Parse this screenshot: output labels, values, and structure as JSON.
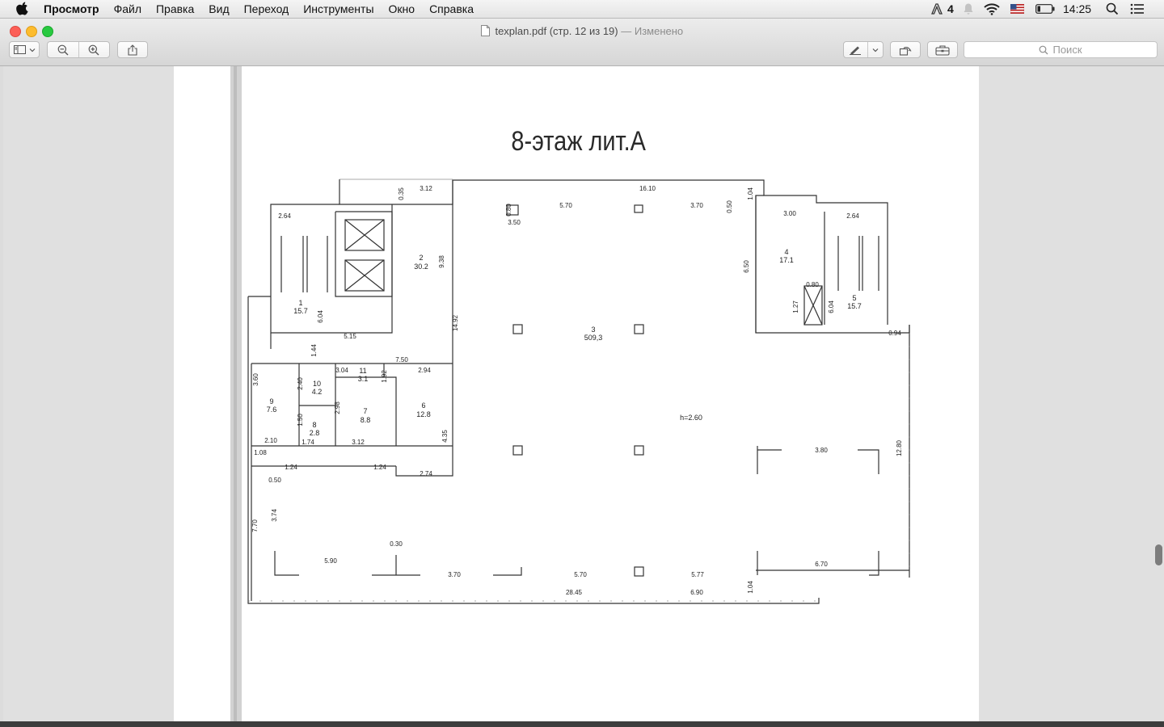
{
  "menubar": {
    "app": "Просмотр",
    "items": [
      "Файл",
      "Правка",
      "Вид",
      "Переход",
      "Инструменты",
      "Окно",
      "Справка"
    ],
    "status": {
      "adobe_count": "4",
      "clock": "14:25"
    }
  },
  "window": {
    "filename": "texplan.pdf",
    "page_info": "(стр. 12 из 19)",
    "separator": "—",
    "modified": "Изменено",
    "search_placeholder": "Поиск"
  },
  "plan": {
    "title": "8-этаж лит.А",
    "rooms": [
      {
        "num": "1",
        "area": "15.7"
      },
      {
        "num": "2",
        "area": "30.2"
      },
      {
        "num": "3",
        "area": "509,3"
      },
      {
        "num": "4",
        "area": "17.1"
      },
      {
        "num": "5",
        "area": "15.7"
      },
      {
        "num": "6",
        "area": "12.8"
      },
      {
        "num": "7",
        "area": "8.8"
      },
      {
        "num": "8",
        "area": "2.8"
      },
      {
        "num": "9",
        "area": "7.6"
      },
      {
        "num": "10",
        "area": "4.2"
      },
      {
        "num": "11",
        "area": "3.1"
      }
    ],
    "height_note": "h=2.60",
    "dimensions": [
      "3.12",
      "0.35",
      "16.10",
      "1.04",
      "2.64",
      "0.80",
      "3.50",
      "5.70",
      "3.70",
      "0.50",
      "3.00",
      "2.64",
      "9.38",
      "6.50",
      "0.80",
      "1.27",
      "6.04",
      "6.04",
      "14.92",
      "5.15",
      "0.94",
      "1.44",
      "7.50",
      "3.04",
      "1.92",
      "2.94",
      "3.60",
      "2.40",
      "2.98",
      "1.50",
      "1.74",
      "3.12",
      "4.35",
      "2.10",
      "1.08",
      "1.24",
      "1.24",
      "2.74",
      "0.50",
      "3.80",
      "12.80",
      "7.70",
      "3.74",
      "0.30",
      "5.90",
      "3.70",
      "5.70",
      "5.77",
      "6.70",
      "28.45",
      "6.90",
      "1.04"
    ]
  }
}
